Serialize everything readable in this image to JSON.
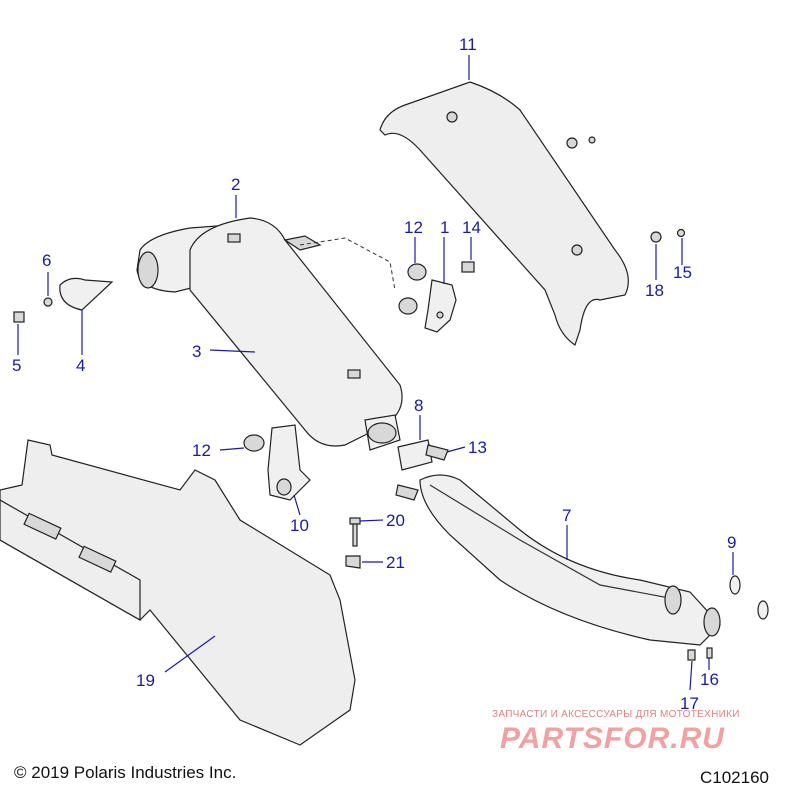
{
  "callouts": [
    {
      "id": "1",
      "label": "1"
    },
    {
      "id": "2",
      "label": "2"
    },
    {
      "id": "3",
      "label": "3"
    },
    {
      "id": "4",
      "label": "4"
    },
    {
      "id": "5",
      "label": "5"
    },
    {
      "id": "6",
      "label": "6"
    },
    {
      "id": "7",
      "label": "7"
    },
    {
      "id": "8",
      "label": "8"
    },
    {
      "id": "9",
      "label": "9"
    },
    {
      "id": "10",
      "label": "10"
    },
    {
      "id": "11",
      "label": "11"
    },
    {
      "id": "12a",
      "label": "12"
    },
    {
      "id": "12b",
      "label": "12"
    },
    {
      "id": "13",
      "label": "13"
    },
    {
      "id": "14",
      "label": "14"
    },
    {
      "id": "15",
      "label": "15"
    },
    {
      "id": "16",
      "label": "16"
    },
    {
      "id": "17",
      "label": "17"
    },
    {
      "id": "18",
      "label": "18"
    },
    {
      "id": "19",
      "label": "19"
    },
    {
      "id": "20",
      "label": "20"
    },
    {
      "id": "21",
      "label": "21"
    }
  ],
  "footer": {
    "copyright": "© 2019 Polaris Industries Inc.",
    "diagram_code": "C102160"
  },
  "watermark": {
    "tagline": "ЗАПЧАСТИ И АКСЕССУАРЫ ДЛЯ МОТОТЕХНИКИ",
    "brand": "PARTSFOR.RU"
  },
  "colors": {
    "callout": "#1a1aa8",
    "line": "#222222",
    "watermark": "#e08080"
  }
}
